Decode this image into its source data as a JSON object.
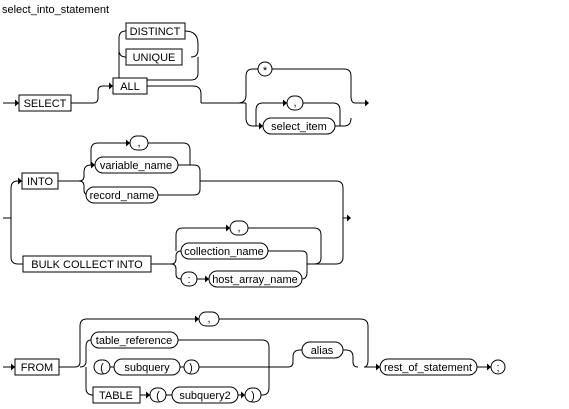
{
  "title": "select_into_statement",
  "select_section": {
    "select_keyword": "SELECT",
    "distinct_option": "DISTINCT",
    "unique_option": "UNIQUE",
    "all_option": "ALL",
    "star": "*",
    "comma": ",",
    "select_item": "select_item"
  },
  "into_section": {
    "into_keyword": "INTO",
    "comma": ",",
    "variable_name": "variable_name",
    "record_name": "record_name",
    "bulk_collect_keyword": "BULK COLLECT INTO",
    "comma_2": ",",
    "collection_name": "collection_name",
    "colon": ":",
    "host_array_name": "host_array_name"
  },
  "from_section": {
    "from_keyword": "FROM",
    "comma": ",",
    "table_reference": "table_reference",
    "open_paren": "(",
    "subquery": "subquery",
    "close_paren": ")",
    "table_keyword": "TABLE",
    "open_paren_2": "(",
    "subquery2": "subquery2",
    "close_paren_2": ")",
    "alias": "alias",
    "rest_of_statement": "rest_of_statement",
    "semicolon": ";"
  }
}
